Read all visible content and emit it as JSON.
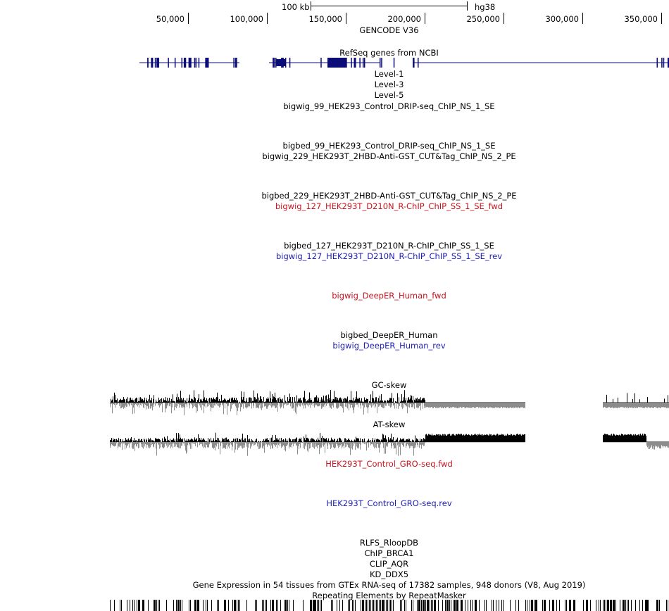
{
  "scale": {
    "size_label": "100 kb",
    "assembly": "hg38"
  },
  "ruler": {
    "positions": [
      "50,000",
      "100,000",
      "150,000",
      "200,000",
      "250,000",
      "300,000",
      "350,000"
    ]
  },
  "tracks": {
    "gencode": "GENCODE V36",
    "refseq": "RefSeq genes from NCBI",
    "level1": "Level-1",
    "level3": "Level-3",
    "level5": "Level-5",
    "drip_bigwig": "bigwig_99_HEK293_Control_DRIP-seq_ChIP_NS_1_SE",
    "drip_bigbed": "bigbed_99_HEK293_Control_DRIP-seq_ChIP_NS_1_SE",
    "cut_bigwig": "bigwig_229_HEK293T_2HBD-Anti-GST_CUT&Tag_ChIP_NS_2_PE",
    "cut_bigbed": "bigbed_229_HEK293T_2HBD-Anti-GST_CUT&Tag_ChIP_NS_2_PE",
    "rchip_fwd": "bigwig_127_HEK293T_D210N_R-ChIP_ChIP_SS_1_SE_fwd",
    "rchip_bigbed": "bigbed_127_HEK293T_D210N_R-ChIP_ChIP_SS_1_SE",
    "rchip_rev": "bigwig_127_HEK293T_D210N_R-ChIP_ChIP_SS_1_SE_rev",
    "deeper_fwd": "bigwig_DeepER_Human_fwd",
    "deeper_bigbed": "bigbed_DeepER_Human",
    "deeper_rev": "bigwig_DeepER_Human_rev",
    "gc_skew": "GC-skew",
    "at_skew": "AT-skew",
    "gro_fwd": "HEK293T_Control_GRO-seq.fwd",
    "gro_rev": "HEK293T_Control_GRO-seq.rev",
    "rlfs": "RLFS_RloopDB",
    "chip_brca1": "ChIP_BRCA1",
    "clip_aqr": "CLIP_AQR",
    "kd_ddx5": "KD_DDX5",
    "gtex": "Gene Expression in 54 tissues from GTEx RNA-seq of 17382 samples, 948 donors (V8, Aug 2019)",
    "repeatmasker": "Repeating Elements by RepeatMasker"
  },
  "colors": {
    "gene": "#0c0c78",
    "forward_strand": "#c8141e",
    "reverse_strand": "#1e1eb4",
    "skew_positive": "#000000",
    "skew_negative": "#8c8c8c",
    "repeats": "#000000"
  }
}
